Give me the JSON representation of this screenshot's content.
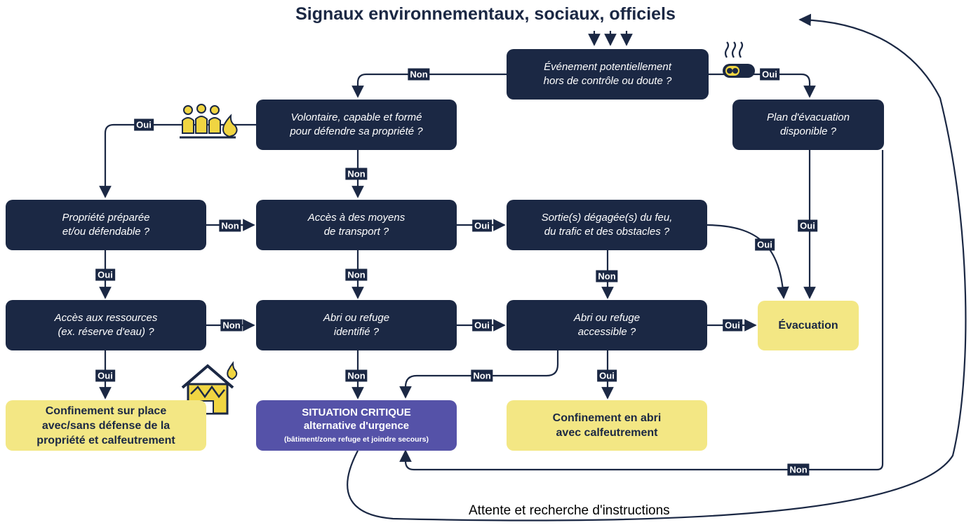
{
  "title": "Signaux environnementaux, sociaux, officiels",
  "bottom_text": "Attente et recherche d'instructions",
  "colors": {
    "question": "#1b2844",
    "outcome": "#f3e784",
    "critical": "#5552a8",
    "icon_accent": "#f0d542"
  },
  "nodes": {
    "q_event": "Événement potentiellement\nhors de contrôle ou doute ?",
    "q_plan": "Plan d'évacuation\ndisponible ?",
    "q_volunteer": "Volontaire, capable et formé\npour défendre sa propriété ?",
    "q_property": "Propriété préparée\net/ou défendable ?",
    "q_transport": "Accès à des moyens\nde transport ?",
    "q_exits": "Sortie(s) dégagée(s) du feu,\ndu trafic et des obstacles ?",
    "q_resources": "Accès aux ressources\n(ex. réserve d'eau) ?",
    "q_shelter_id": "Abri ou refuge\nidentifié ?",
    "q_shelter_acc": "Abri ou refuge\naccessible ?",
    "o_evacuation": "Évacuation",
    "o_confine_place": "Confinement sur place\navec/sans défense de la\npropriété et calfeutrement",
    "o_confine_shelter": "Confinement en abri\navec calfeutrement",
    "critical": {
      "line1": "SITUATION CRITIQUE",
      "line2": "alternative d'urgence",
      "line3": "(bâtiment/zone refuge et joindre secours)"
    }
  },
  "labels": {
    "yes": "Oui",
    "no": "Non"
  },
  "icons": [
    "arrows-down-icon",
    "fire-truck-icon",
    "people-fire-icon",
    "house-fire-icon"
  ]
}
